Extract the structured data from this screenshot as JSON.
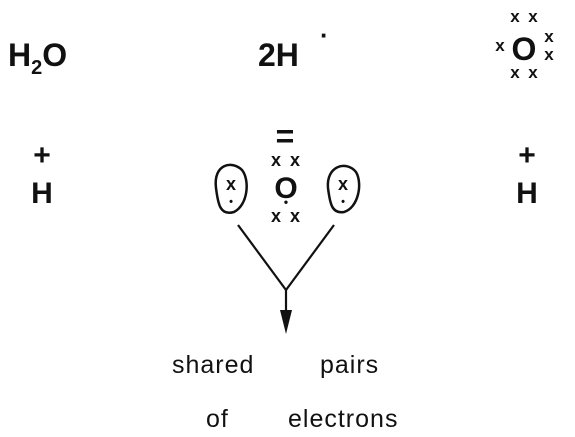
{
  "equation": {
    "water": {
      "main": "H",
      "sub": "2",
      "tail": "O"
    },
    "hydrogen": "2H",
    "hydrogen_dot": "·",
    "oxygen": "O",
    "electron_mark": "x"
  },
  "lower": {
    "plus": "+",
    "equals": "=",
    "left_h": "H",
    "right_h": "H",
    "center_o": "O",
    "electron_mark": "x",
    "dot": "•"
  },
  "caption": {
    "line1_a": "shared",
    "line1_b": "pairs",
    "line2_a": "of",
    "line2_b": "electrons"
  }
}
